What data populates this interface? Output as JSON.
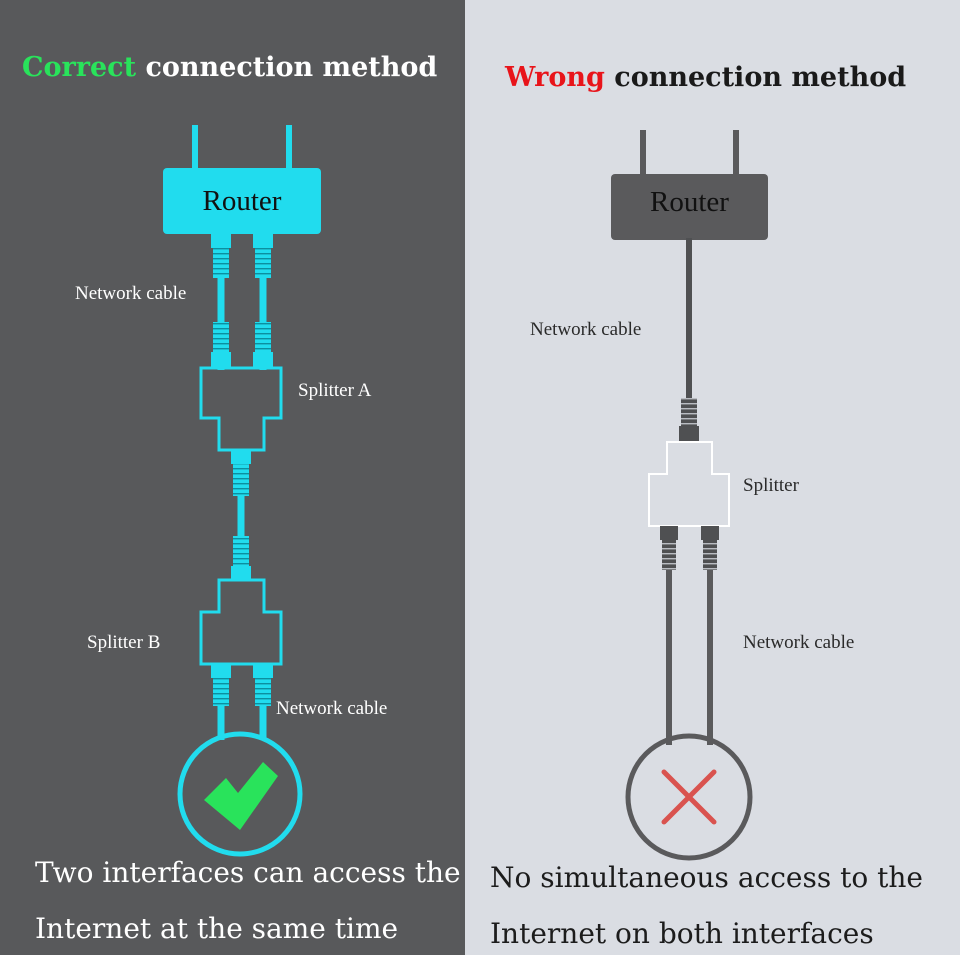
{
  "left": {
    "heading_highlight": "Correct",
    "heading_rest": " connection method",
    "router_label": "Router",
    "cable_label_top": "Network cable",
    "splitter_a_label": "Splitter A",
    "splitter_b_label": "Splitter B",
    "cable_label_bottom": "Network cable",
    "caption_line1": "Two interfaces can access the",
    "caption_line2": "Internet at the same time",
    "result_icon": "checkmark-icon"
  },
  "right": {
    "heading_highlight": "Wrong",
    "heading_rest": " connection method",
    "router_label": "Router",
    "cable_label_top": "Network cable",
    "splitter_label": "Splitter",
    "cable_label_bottom": "Network cable",
    "caption_line1": "No simultaneous access to the",
    "caption_line2": "Internet on both interfaces",
    "result_icon": "cross-icon"
  },
  "colors": {
    "left_background": "#58595b",
    "right_background": "#dadde3",
    "accent_cyan": "#21dcee",
    "correct_green": "#29e35b",
    "wrong_red": "#e8141a",
    "cross_red": "#d9534f",
    "device_gray": "#5a5a5c"
  }
}
